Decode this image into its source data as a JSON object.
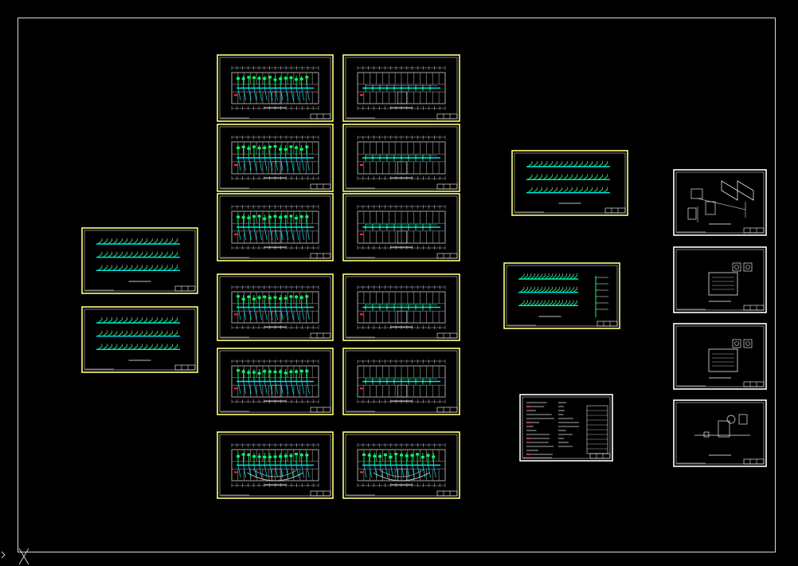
{
  "app": {
    "title": "",
    "background": "#000000",
    "colors": {
      "frame_yellow": "#ffff7a",
      "frame_white": "#ffffff",
      "pipe_cyan": "#00e5ff",
      "pipe_green": "#00ff66",
      "wall_gray": "#8a8a8a",
      "accent_red": "#ff3030"
    }
  },
  "drawing": {
    "sheet_border": true,
    "ucs_icon": "ucs-icon",
    "sheets": [
      {
        "id": "riser-1",
        "kind": "riser",
        "frame": "yellow"
      },
      {
        "id": "riser-2",
        "kind": "riser",
        "frame": "yellow"
      },
      {
        "id": "plan-1",
        "kind": "plan",
        "frame": "yellow"
      },
      {
        "id": "plan-2",
        "kind": "plan2",
        "frame": "yellow"
      },
      {
        "id": "plan-3",
        "kind": "plan",
        "frame": "yellow"
      },
      {
        "id": "plan-4",
        "kind": "plan2",
        "frame": "yellow"
      },
      {
        "id": "plan-5",
        "kind": "plan",
        "frame": "yellow"
      },
      {
        "id": "plan-6",
        "kind": "plan2",
        "frame": "yellow"
      },
      {
        "id": "plan-7",
        "kind": "plan",
        "frame": "yellow"
      },
      {
        "id": "plan-8",
        "kind": "plan2",
        "frame": "yellow"
      },
      {
        "id": "plan-9",
        "kind": "plan",
        "frame": "yellow"
      },
      {
        "id": "plan-10",
        "kind": "plan2",
        "frame": "yellow"
      },
      {
        "id": "plan-11",
        "kind": "ground",
        "frame": "yellow"
      },
      {
        "id": "plan-12",
        "kind": "ground",
        "frame": "yellow"
      },
      {
        "id": "riser-3",
        "kind": "riser3",
        "frame": "yellow"
      },
      {
        "id": "riser-4",
        "kind": "riser4",
        "frame": "yellow"
      },
      {
        "id": "notes",
        "kind": "notes",
        "frame": "white"
      },
      {
        "id": "detail-1",
        "kind": "iso",
        "frame": "white"
      },
      {
        "id": "detail-2",
        "kind": "room",
        "frame": "white"
      },
      {
        "id": "detail-3",
        "kind": "room",
        "frame": "white"
      },
      {
        "id": "detail-4",
        "kind": "pump",
        "frame": "white"
      }
    ]
  }
}
